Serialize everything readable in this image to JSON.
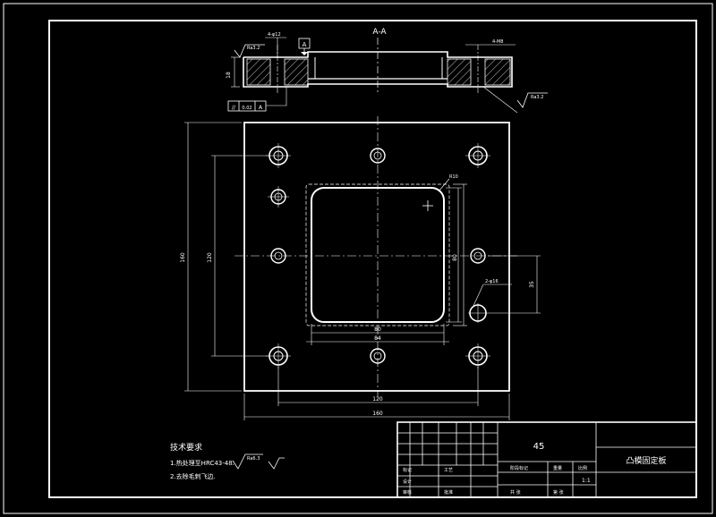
{
  "section_label": "A-A",
  "datum_label": "A",
  "callouts": {
    "top_left_holes": "4-φ12",
    "top_right_holes": "4-M8",
    "surface_roughness_top": "Ra3.2",
    "surface_roughness_right": "Ra3.2",
    "flatness_value": "0.02",
    "flatness_datum": "A",
    "corner_radius": "R10",
    "right_holes": "2-φ16"
  },
  "dimensions": {
    "height_outer": "160",
    "height_inner": "120",
    "cavity_width_inner": "80",
    "cavity_width_outer": "84",
    "cavity_height": "80",
    "side_offset": "35",
    "hole_span": "120",
    "overall_width": "160",
    "section_thickness": "18"
  },
  "tech_requirements": {
    "title": "技术要求",
    "line1": "1.热处理至HRC43-48.",
    "line1_roughness": "Ra6.3",
    "line2": "2.去除毛刺飞边."
  },
  "title_block": {
    "material": "45",
    "part_name": "凸模固定板",
    "scale": "1:1",
    "labels": {
      "r1": "标记",
      "r2": "设计",
      "r3": "审核",
      "r4": "工艺",
      "r5": "批准",
      "stage_mark": "阶段标记",
      "weight": "重量",
      "ratio": "比例",
      "sheet": "共 张",
      "sheet2": "第 张"
    }
  }
}
